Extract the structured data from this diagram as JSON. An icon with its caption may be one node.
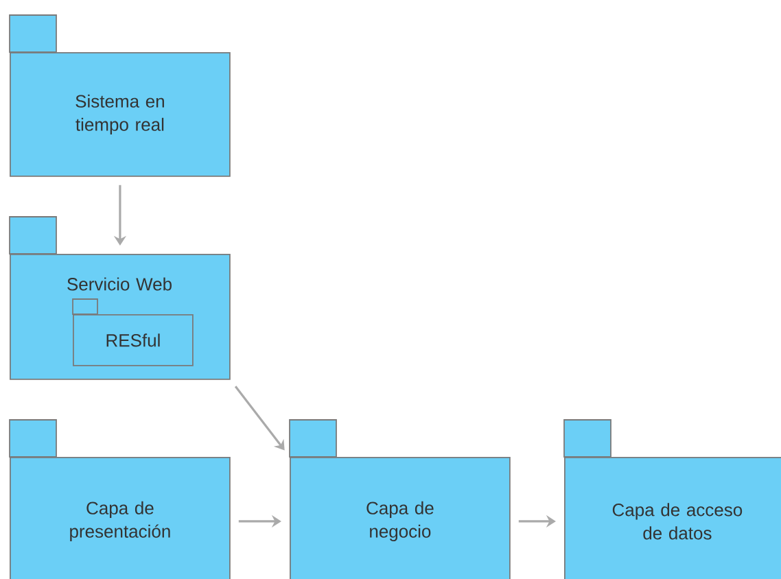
{
  "diagram": {
    "nodes": [
      {
        "text": [
          "Sistema en tiempo real"
        ]
      },
      {
        "text": [
          "Servicio Web"
        ]
      },
      {
        "text": [
          "RESful"
        ],
        "in": 1
      },
      {
        "text": [
          "Capa de presentación"
        ]
      },
      {
        "text": [
          "Capa de negocio"
        ]
      },
      {
        "text": [
          "Capa de acceso de datos"
        ]
      }
    ],
    "edges": [
      {
        "from": 0,
        "to": 1,
        "arrow": "to"
      },
      {
        "from": 1,
        "to": 4,
        "arrow": "to"
      },
      {
        "from": 3,
        "to": 4,
        "arrow": "to"
      },
      {
        "from": 4,
        "to": 5,
        "arrow": "to"
      }
    ]
  }
}
